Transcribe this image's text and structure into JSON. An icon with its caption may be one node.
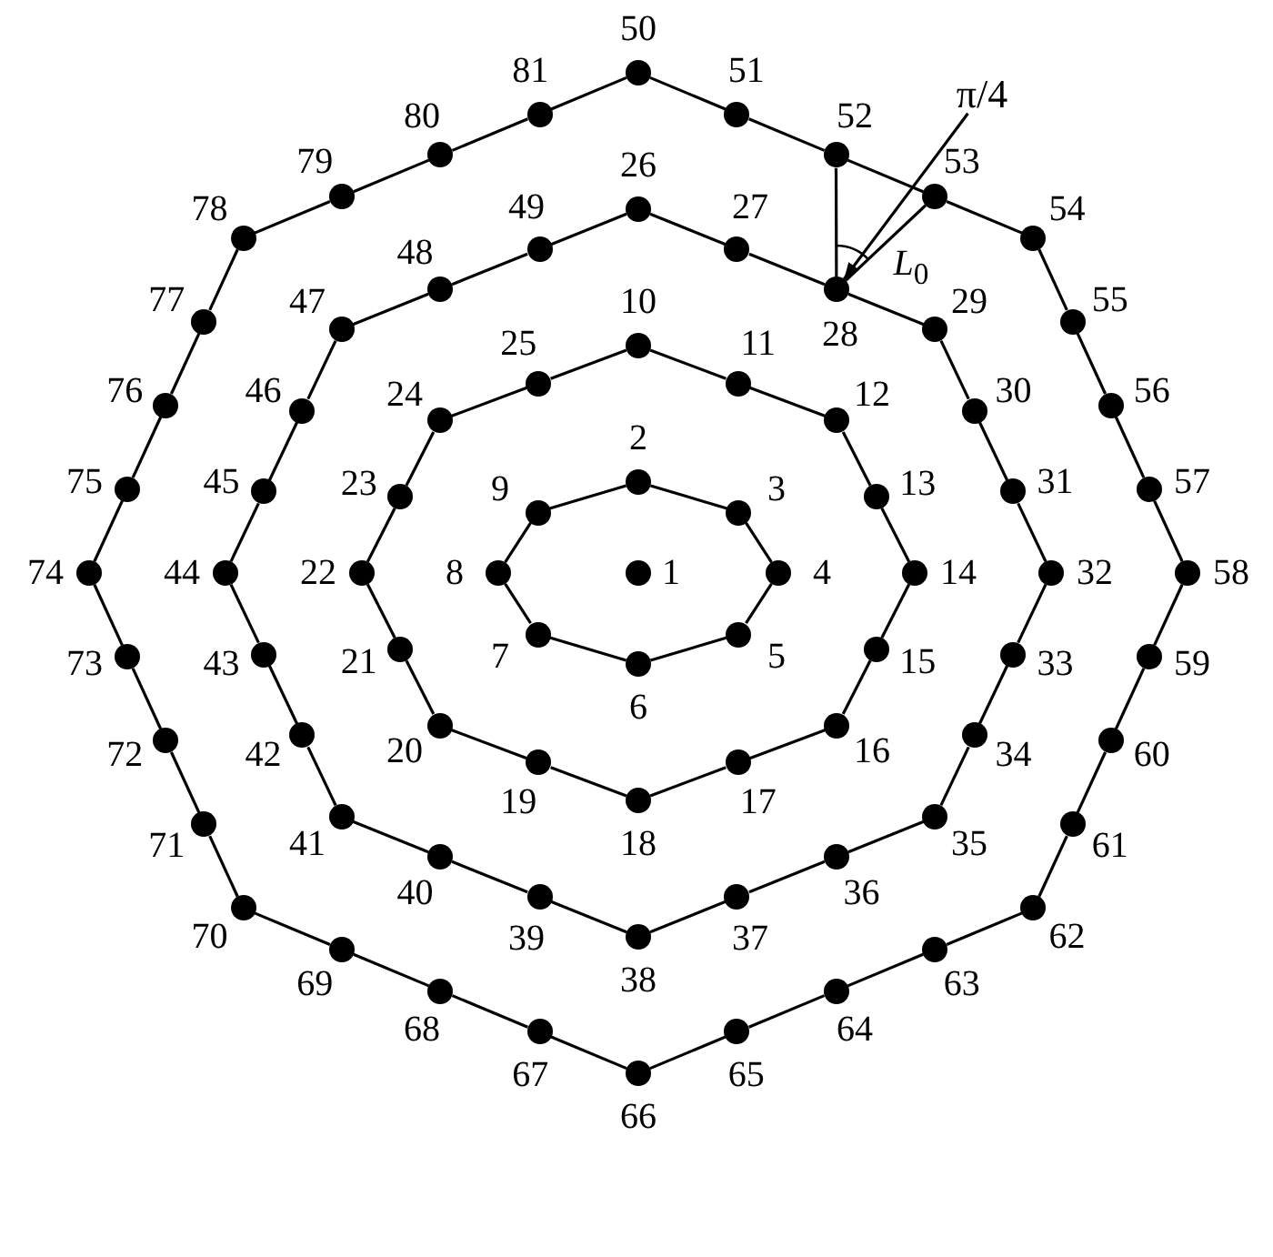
{
  "diagram": {
    "nodes": [
      {
        "text": [],
        "shape": "circle",
        "beside": [
          "1"
        ]
      },
      {
        "text": [],
        "shape": "circle",
        "beside": [
          "2"
        ]
      },
      {
        "text": [],
        "shape": "circle",
        "beside": [
          "3"
        ]
      },
      {
        "text": [],
        "shape": "circle",
        "beside": [
          "4"
        ]
      },
      {
        "text": [],
        "shape": "circle",
        "beside": [
          "5"
        ]
      },
      {
        "text": [],
        "shape": "circle",
        "beside": [
          "6"
        ]
      },
      {
        "text": [],
        "shape": "circle",
        "beside": [
          "7"
        ]
      },
      {
        "text": [],
        "shape": "circle",
        "beside": [
          "8"
        ]
      },
      {
        "text": [],
        "shape": "circle",
        "beside": [
          "9"
        ]
      },
      {
        "text": [],
        "shape": "circle",
        "beside": [
          "10"
        ]
      },
      {
        "text": [],
        "shape": "circle",
        "beside": [
          "11"
        ]
      },
      {
        "text": [],
        "shape": "circle",
        "beside": [
          "12"
        ]
      },
      {
        "text": [],
        "shape": "circle",
        "beside": [
          "13"
        ]
      },
      {
        "text": [],
        "shape": "circle",
        "beside": [
          "14"
        ]
      },
      {
        "text": [],
        "shape": "circle",
        "beside": [
          "15"
        ]
      },
      {
        "text": [],
        "shape": "circle",
        "beside": [
          "16"
        ]
      },
      {
        "text": [],
        "shape": "circle",
        "beside": [
          "17"
        ]
      },
      {
        "text": [],
        "shape": "circle",
        "beside": [
          "18"
        ]
      },
      {
        "text": [],
        "shape": "circle",
        "beside": [
          "19"
        ]
      },
      {
        "text": [],
        "shape": "circle",
        "beside": [
          "20"
        ]
      },
      {
        "text": [],
        "shape": "circle",
        "beside": [
          "21"
        ]
      },
      {
        "text": [],
        "shape": "circle",
        "beside": [
          "22"
        ]
      },
      {
        "text": [],
        "shape": "circle",
        "beside": [
          "23"
        ]
      },
      {
        "text": [],
        "shape": "circle",
        "beside": [
          "24"
        ]
      },
      {
        "text": [],
        "shape": "circle",
        "beside": [
          "25"
        ]
      },
      {
        "text": [],
        "shape": "circle",
        "beside": [
          "26"
        ]
      },
      {
        "text": [],
        "shape": "circle",
        "beside": [
          "27"
        ]
      },
      {
        "text": [],
        "shape": "circle",
        "beside": [
          "28"
        ]
      },
      {
        "text": [],
        "shape": "circle",
        "beside": [
          "29"
        ]
      },
      {
        "text": [],
        "shape": "circle",
        "beside": [
          "30"
        ]
      },
      {
        "text": [],
        "shape": "circle",
        "beside": [
          "31"
        ]
      },
      {
        "text": [],
        "shape": "circle",
        "beside": [
          "32"
        ]
      },
      {
        "text": [],
        "shape": "circle",
        "beside": [
          "33"
        ]
      },
      {
        "text": [],
        "shape": "circle",
        "beside": [
          "34"
        ]
      },
      {
        "text": [],
        "shape": "circle",
        "beside": [
          "35"
        ]
      },
      {
        "text": [],
        "shape": "circle",
        "beside": [
          "36"
        ]
      },
      {
        "text": [],
        "shape": "circle",
        "beside": [
          "37"
        ]
      },
      {
        "text": [],
        "shape": "circle",
        "beside": [
          "38"
        ]
      },
      {
        "text": [],
        "shape": "circle",
        "beside": [
          "39"
        ]
      },
      {
        "text": [],
        "shape": "circle",
        "beside": [
          "40"
        ]
      },
      {
        "text": [],
        "shape": "circle",
        "beside": [
          "41"
        ]
      },
      {
        "text": [],
        "shape": "circle",
        "beside": [
          "42"
        ]
      },
      {
        "text": [],
        "shape": "circle",
        "beside": [
          "43"
        ]
      },
      {
        "text": [],
        "shape": "circle",
        "beside": [
          "44"
        ]
      },
      {
        "text": [],
        "shape": "circle",
        "beside": [
          "45"
        ]
      },
      {
        "text": [],
        "shape": "circle",
        "beside": [
          "46"
        ]
      },
      {
        "text": [],
        "shape": "circle",
        "beside": [
          "47"
        ]
      },
      {
        "text": [],
        "shape": "circle",
        "beside": [
          "48"
        ]
      },
      {
        "text": [],
        "shape": "circle",
        "beside": [
          "49"
        ]
      },
      {
        "text": [],
        "shape": "circle",
        "beside": [
          "50"
        ]
      },
      {
        "text": [],
        "shape": "circle",
        "beside": [
          "51"
        ]
      },
      {
        "text": [],
        "shape": "circle",
        "beside": [
          "52"
        ]
      },
      {
        "text": [],
        "shape": "circle",
        "beside": [
          "53"
        ]
      },
      {
        "text": [],
        "shape": "circle",
        "beside": [
          "54"
        ]
      },
      {
        "text": [],
        "shape": "circle",
        "beside": [
          "55"
        ]
      },
      {
        "text": [],
        "shape": "circle",
        "beside": [
          "56"
        ]
      },
      {
        "text": [],
        "shape": "circle",
        "beside": [
          "57"
        ]
      },
      {
        "text": [],
        "shape": "circle",
        "beside": [
          "58"
        ]
      },
      {
        "text": [],
        "shape": "circle",
        "beside": [
          "59"
        ]
      },
      {
        "text": [],
        "shape": "circle",
        "beside": [
          "60"
        ]
      },
      {
        "text": [],
        "shape": "circle",
        "beside": [
          "61"
        ]
      },
      {
        "text": [],
        "shape": "circle",
        "beside": [
          "62"
        ]
      },
      {
        "text": [],
        "shape": "circle",
        "beside": [
          "63"
        ]
      },
      {
        "text": [],
        "shape": "circle",
        "beside": [
          "64"
        ]
      },
      {
        "text": [],
        "shape": "circle",
        "beside": [
          "65"
        ]
      },
      {
        "text": [],
        "shape": "circle",
        "beside": [
          "66"
        ]
      },
      {
        "text": [],
        "shape": "circle",
        "beside": [
          "67"
        ]
      },
      {
        "text": [],
        "shape": "circle",
        "beside": [
          "68"
        ]
      },
      {
        "text": [],
        "shape": "circle",
        "beside": [
          "69"
        ]
      },
      {
        "text": [],
        "shape": "circle",
        "beside": [
          "70"
        ]
      },
      {
        "text": [],
        "shape": "circle",
        "beside": [
          "71"
        ]
      },
      {
        "text": [],
        "shape": "circle",
        "beside": [
          "72"
        ]
      },
      {
        "text": [],
        "shape": "circle",
        "beside": [
          "73"
        ]
      },
      {
        "text": [],
        "shape": "circle",
        "beside": [
          "74"
        ]
      },
      {
        "text": [],
        "shape": "circle",
        "beside": [
          "75"
        ]
      },
      {
        "text": [],
        "shape": "circle",
        "beside": [
          "76"
        ]
      },
      {
        "text": [],
        "shape": "circle",
        "beside": [
          "77"
        ]
      },
      {
        "text": [],
        "shape": "circle",
        "beside": [
          "78"
        ]
      },
      {
        "text": [],
        "shape": "circle",
        "beside": [
          "79"
        ]
      },
      {
        "text": [],
        "shape": "circle",
        "beside": [
          "80"
        ]
      },
      {
        "text": [],
        "shape": "circle",
        "beside": [
          "81"
        ]
      },
      {
        "text": [
          "π/4"
        ]
      }
    ],
    "edges": [
      {
        "from": 1,
        "to": 2,
        "arrow": "none"
      },
      {
        "from": 2,
        "to": 3,
        "arrow": "none"
      },
      {
        "from": 3,
        "to": 4,
        "arrow": "none"
      },
      {
        "from": 4,
        "to": 5,
        "arrow": "none"
      },
      {
        "from": 5,
        "to": 6,
        "arrow": "none"
      },
      {
        "from": 6,
        "to": 7,
        "arrow": "none"
      },
      {
        "from": 7,
        "to": 8,
        "arrow": "none"
      },
      {
        "from": 8,
        "to": 1,
        "arrow": "none"
      },
      {
        "from": 9,
        "to": 10,
        "arrow": "none"
      },
      {
        "from": 10,
        "to": 11,
        "arrow": "none"
      },
      {
        "from": 11,
        "to": 12,
        "arrow": "none"
      },
      {
        "from": 12,
        "to": 13,
        "arrow": "none"
      },
      {
        "from": 13,
        "to": 14,
        "arrow": "none"
      },
      {
        "from": 14,
        "to": 15,
        "arrow": "none"
      },
      {
        "from": 15,
        "to": 16,
        "arrow": "none"
      },
      {
        "from": 16,
        "to": 17,
        "arrow": "none"
      },
      {
        "from": 17,
        "to": 18,
        "arrow": "none"
      },
      {
        "from": 18,
        "to": 19,
        "arrow": "none"
      },
      {
        "from": 19,
        "to": 20,
        "arrow": "none"
      },
      {
        "from": 20,
        "to": 21,
        "arrow": "none"
      },
      {
        "from": 21,
        "to": 22,
        "arrow": "none"
      },
      {
        "from": 22,
        "to": 23,
        "arrow": "none"
      },
      {
        "from": 23,
        "to": 24,
        "arrow": "none"
      },
      {
        "from": 24,
        "to": 9,
        "arrow": "none"
      },
      {
        "from": 25,
        "to": 26,
        "arrow": "none"
      },
      {
        "from": 26,
        "to": 27,
        "arrow": "none"
      },
      {
        "from": 27,
        "to": 28,
        "arrow": "none"
      },
      {
        "from": 28,
        "to": 29,
        "arrow": "none"
      },
      {
        "from": 29,
        "to": 30,
        "arrow": "none"
      },
      {
        "from": 30,
        "to": 31,
        "arrow": "none"
      },
      {
        "from": 31,
        "to": 32,
        "arrow": "none"
      },
      {
        "from": 32,
        "to": 33,
        "arrow": "none"
      },
      {
        "from": 33,
        "to": 34,
        "arrow": "none"
      },
      {
        "from": 34,
        "to": 35,
        "arrow": "none"
      },
      {
        "from": 35,
        "to": 36,
        "arrow": "none"
      },
      {
        "from": 36,
        "to": 37,
        "arrow": "none"
      },
      {
        "from": 37,
        "to": 38,
        "arrow": "none"
      },
      {
        "from": 38,
        "to": 39,
        "arrow": "none"
      },
      {
        "from": 39,
        "to": 40,
        "arrow": "none"
      },
      {
        "from": 40,
        "to": 41,
        "arrow": "none"
      },
      {
        "from": 41,
        "to": 42,
        "arrow": "none"
      },
      {
        "from": 42,
        "to": 43,
        "arrow": "none"
      },
      {
        "from": 43,
        "to": 44,
        "arrow": "none"
      },
      {
        "from": 44,
        "to": 45,
        "arrow": "none"
      },
      {
        "from": 45,
        "to": 46,
        "arrow": "none"
      },
      {
        "from": 46,
        "to": 47,
        "arrow": "none"
      },
      {
        "from": 47,
        "to": 48,
        "arrow": "none"
      },
      {
        "from": 48,
        "to": 25,
        "arrow": "none"
      },
      {
        "from": 49,
        "to": 50,
        "arrow": "none"
      },
      {
        "from": 50,
        "to": 51,
        "arrow": "none"
      },
      {
        "from": 51,
        "to": 52,
        "arrow": "none"
      },
      {
        "from": 52,
        "to": 53,
        "arrow": "none"
      },
      {
        "from": 53,
        "to": 54,
        "arrow": "none"
      },
      {
        "from": 54,
        "to": 55,
        "arrow": "none"
      },
      {
        "from": 55,
        "to": 56,
        "arrow": "none"
      },
      {
        "from": 56,
        "to": 57,
        "arrow": "none"
      },
      {
        "from": 57,
        "to": 58,
        "arrow": "none"
      },
      {
        "from": 58,
        "to": 59,
        "arrow": "none"
      },
      {
        "from": 59,
        "to": 60,
        "arrow": "none"
      },
      {
        "from": 60,
        "to": 61,
        "arrow": "none"
      },
      {
        "from": 61,
        "to": 62,
        "arrow": "none"
      },
      {
        "from": 62,
        "to": 63,
        "arrow": "none"
      },
      {
        "from": 63,
        "to": 64,
        "arrow": "none"
      },
      {
        "from": 64,
        "to": 65,
        "arrow": "none"
      },
      {
        "from": 65,
        "to": 66,
        "arrow": "none"
      },
      {
        "from": 66,
        "to": 67,
        "arrow": "none"
      },
      {
        "from": 67,
        "to": 68,
        "arrow": "none"
      },
      {
        "from": 68,
        "to": 69,
        "arrow": "none"
      },
      {
        "from": 69,
        "to": 70,
        "arrow": "none"
      },
      {
        "from": 70,
        "to": 71,
        "arrow": "none"
      },
      {
        "from": 71,
        "to": 72,
        "arrow": "none"
      },
      {
        "from": 72,
        "to": 73,
        "arrow": "none"
      },
      {
        "from": 73,
        "to": 74,
        "arrow": "none"
      },
      {
        "from": 74,
        "to": 75,
        "arrow": "none"
      },
      {
        "from": 75,
        "to": 76,
        "arrow": "none"
      },
      {
        "from": 76,
        "to": 77,
        "arrow": "none"
      },
      {
        "from": 77,
        "to": 78,
        "arrow": "none"
      },
      {
        "from": 78,
        "to": 79,
        "arrow": "none"
      },
      {
        "from": 79,
        "to": 80,
        "arrow": "none"
      },
      {
        "from": 80,
        "to": 49,
        "arrow": "none"
      },
      {
        "from": 51,
        "to": 27,
        "arrow": "none"
      },
      {
        "from": 27,
        "to": 52,
        "arrow": "none",
        "label": "*L*$_{0}$"
      },
      {
        "from": 81,
        "to": 27,
        "arrow": "to"
      }
    ]
  }
}
